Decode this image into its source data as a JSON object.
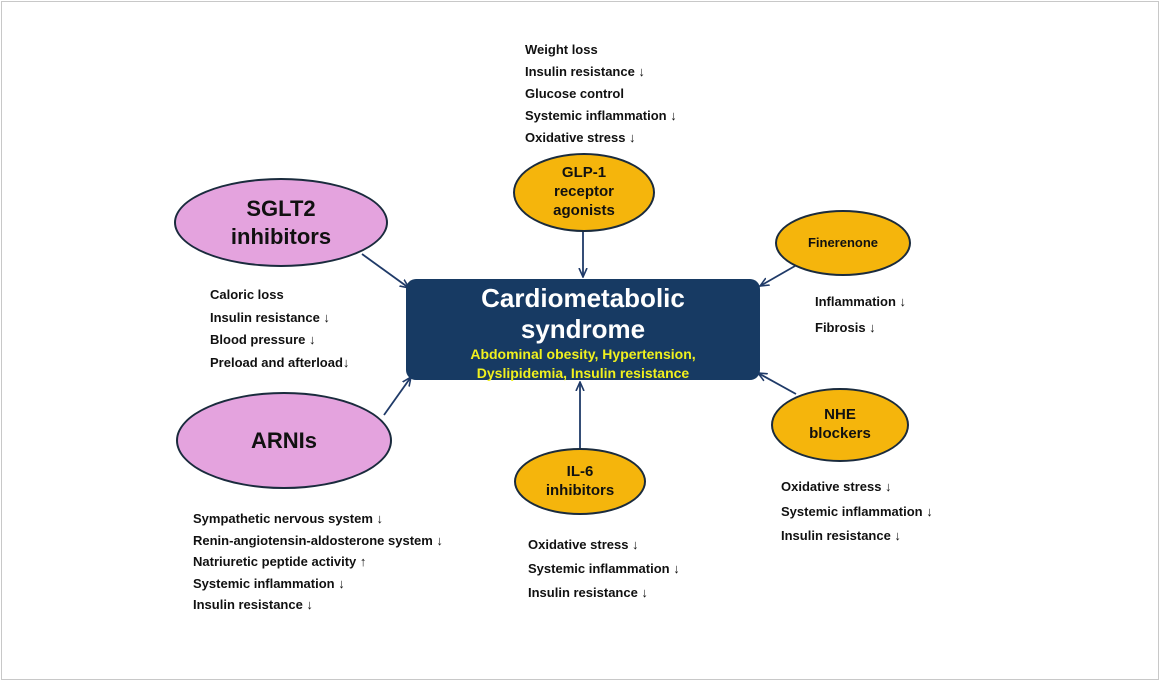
{
  "center": {
    "title_line1": "Cardiometabolic",
    "title_line2": "syndrome",
    "subtitle_line1": "Abdominal obesity, Hypertension,",
    "subtitle_line2": "Dyslipidemia, Insulin resistance"
  },
  "nodes": {
    "sglt2": {
      "line1": "SGLT2",
      "line2": "inhibitors"
    },
    "arni": {
      "label": "ARNIs"
    },
    "glp1": {
      "line1": "GLP-1",
      "line2": "receptor",
      "line3": "agonists"
    },
    "il6": {
      "line1": "IL-6",
      "line2": "inhibitors"
    },
    "finerenone": {
      "label": "Finerenone"
    },
    "nhe": {
      "line1": "NHE",
      "line2": "blockers"
    }
  },
  "effects": {
    "glp1": [
      "Weight loss",
      "Insulin resistance ↓",
      "Glucose control",
      "Systemic inflammation ↓",
      "Oxidative stress ↓"
    ],
    "sglt2": [
      "Caloric loss",
      "Insulin resistance ↓",
      "Blood pressure ↓",
      "Preload and afterload↓"
    ],
    "finerenone": [
      "Inflammation ↓",
      "Fibrosis ↓"
    ],
    "arni": [
      "Sympathetic nervous system ↓",
      "Renin-angiotensin-aldosterone system ↓",
      "Natriuretic peptide activity ↑",
      "Systemic inflammation ↓",
      "Insulin resistance ↓"
    ],
    "il6": [
      "Oxidative stress ↓",
      "Systemic inflammation ↓",
      "Insulin resistance ↓"
    ],
    "nhe": [
      "Oxidative stress ↓",
      "Systemic inflammation ↓",
      "Insulin resistance ↓"
    ]
  },
  "colors": {
    "center_fill": "#173a63",
    "center_title": "#ffffff",
    "center_subtitle": "#f0f01e",
    "pink_node": "#e4a3de",
    "gold_node": "#f5b50c",
    "arrow": "#1f3a68"
  }
}
